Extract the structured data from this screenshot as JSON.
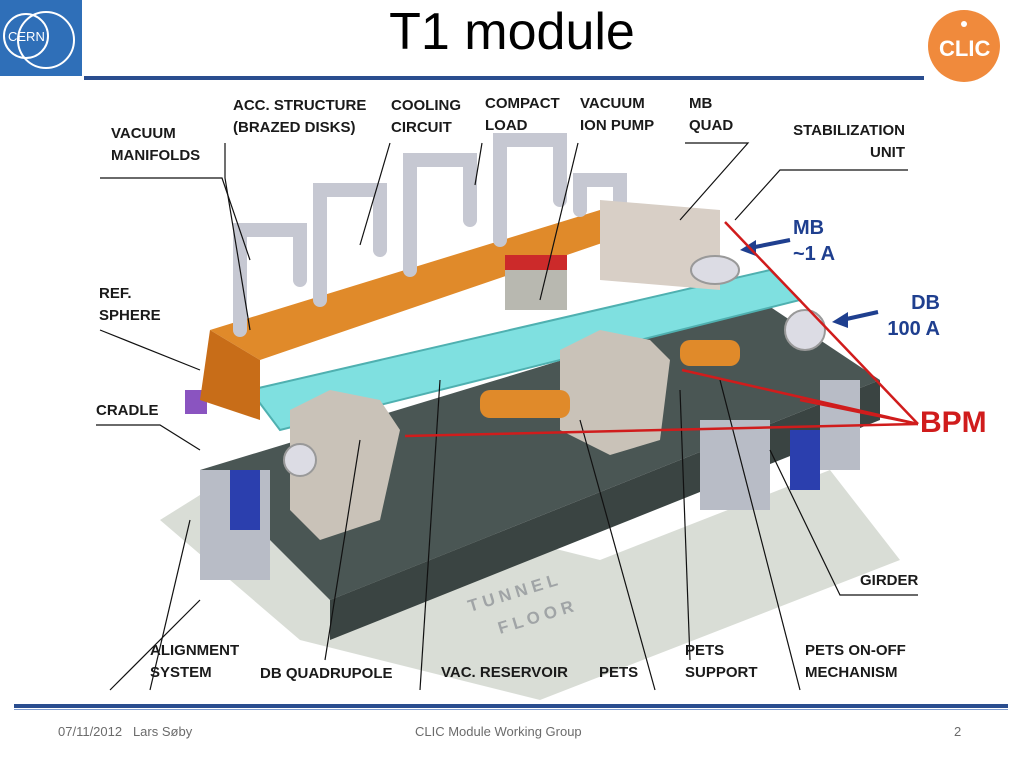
{
  "slide": {
    "title": "T1 module",
    "logos": {
      "left": "CERN",
      "right": "CLIC"
    }
  },
  "labels": {
    "vacuum_manifolds": [
      "VACUUM",
      "MANIFOLDS"
    ],
    "acc_structure": [
      "ACC. STRUCTURE",
      "(BRAZED  DISKS)"
    ],
    "cooling_circuit": [
      "COOLING",
      "CIRCUIT"
    ],
    "compact_load": [
      "COMPACT",
      "LOAD"
    ],
    "vacuum_ion_pump": [
      "VACUUM",
      "ION PUMP"
    ],
    "mb_quad": [
      "MB",
      "QUAD"
    ],
    "stabilization_unit": [
      "STABILIZATION",
      "UNIT"
    ],
    "ref_sphere": [
      "REF.",
      "SPHERE"
    ],
    "cradle": "CRADLE",
    "girder": "GIRDER",
    "alignment_system": [
      "ALIGNMENT",
      "SYSTEM"
    ],
    "db_quadrupole": "DB QUADRUPOLE",
    "vac_reservoir": "VAC. RESERVOIR",
    "pets": "PETS",
    "pets_support": [
      "PETS",
      "SUPPORT"
    ],
    "pets_on_off": [
      "PETS ON-OFF",
      "MECHANISM"
    ],
    "mb_beam": [
      "MB",
      "~1 A"
    ],
    "db_beam": [
      "DB",
      "100 A"
    ],
    "bpm": "BPM",
    "tunnel_floor": [
      "T U N N E L",
      "F L O O R"
    ]
  },
  "footer": {
    "date": "07/11/2012",
    "author": "Lars Søby",
    "group": "CLIC Module Working Group",
    "page": "2"
  },
  "colors": {
    "rule": "#2a4d8f",
    "beam_arrow": "#1f3f8f",
    "bpm": "#d01c1c",
    "pipes": "#e08a2a",
    "beam_pipe": "#7fe0e0"
  }
}
